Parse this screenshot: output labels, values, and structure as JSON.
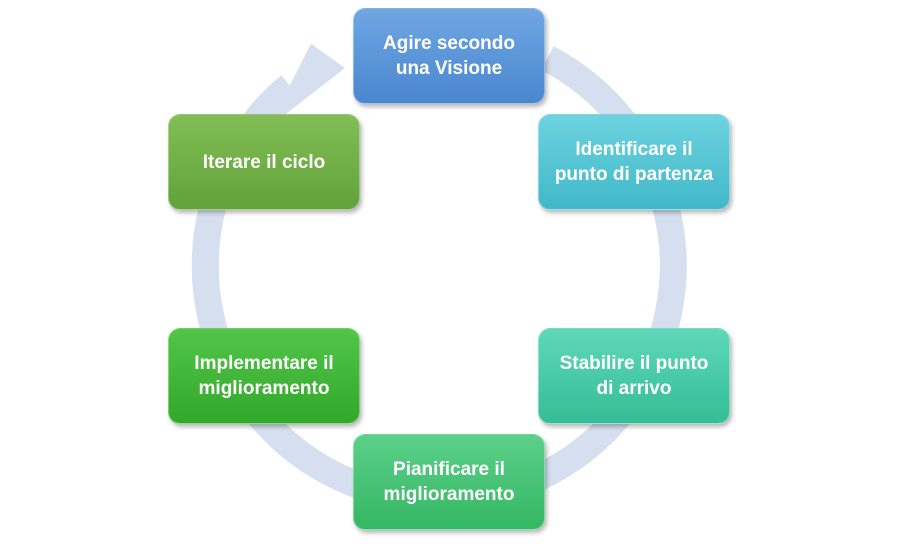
{
  "diagram": {
    "type": "cycle",
    "colors": {
      "ring": "#d6dff0",
      "step_1": "#5a95d8",
      "step_2": "#4fc3d1",
      "step_3": "#45c9a5",
      "step_4": "#45c272",
      "step_5": "#3fb537",
      "step_6": "#70ad47"
    },
    "steps": [
      "Agire secondo\nuna Visione",
      "Identificare il\npunto di partenza",
      "Stabilire il punto\ndi arrivo",
      "Pianificare il\nmiglioramento",
      "Implementare il\nmiglioramento",
      "Iterare il ciclo"
    ]
  }
}
